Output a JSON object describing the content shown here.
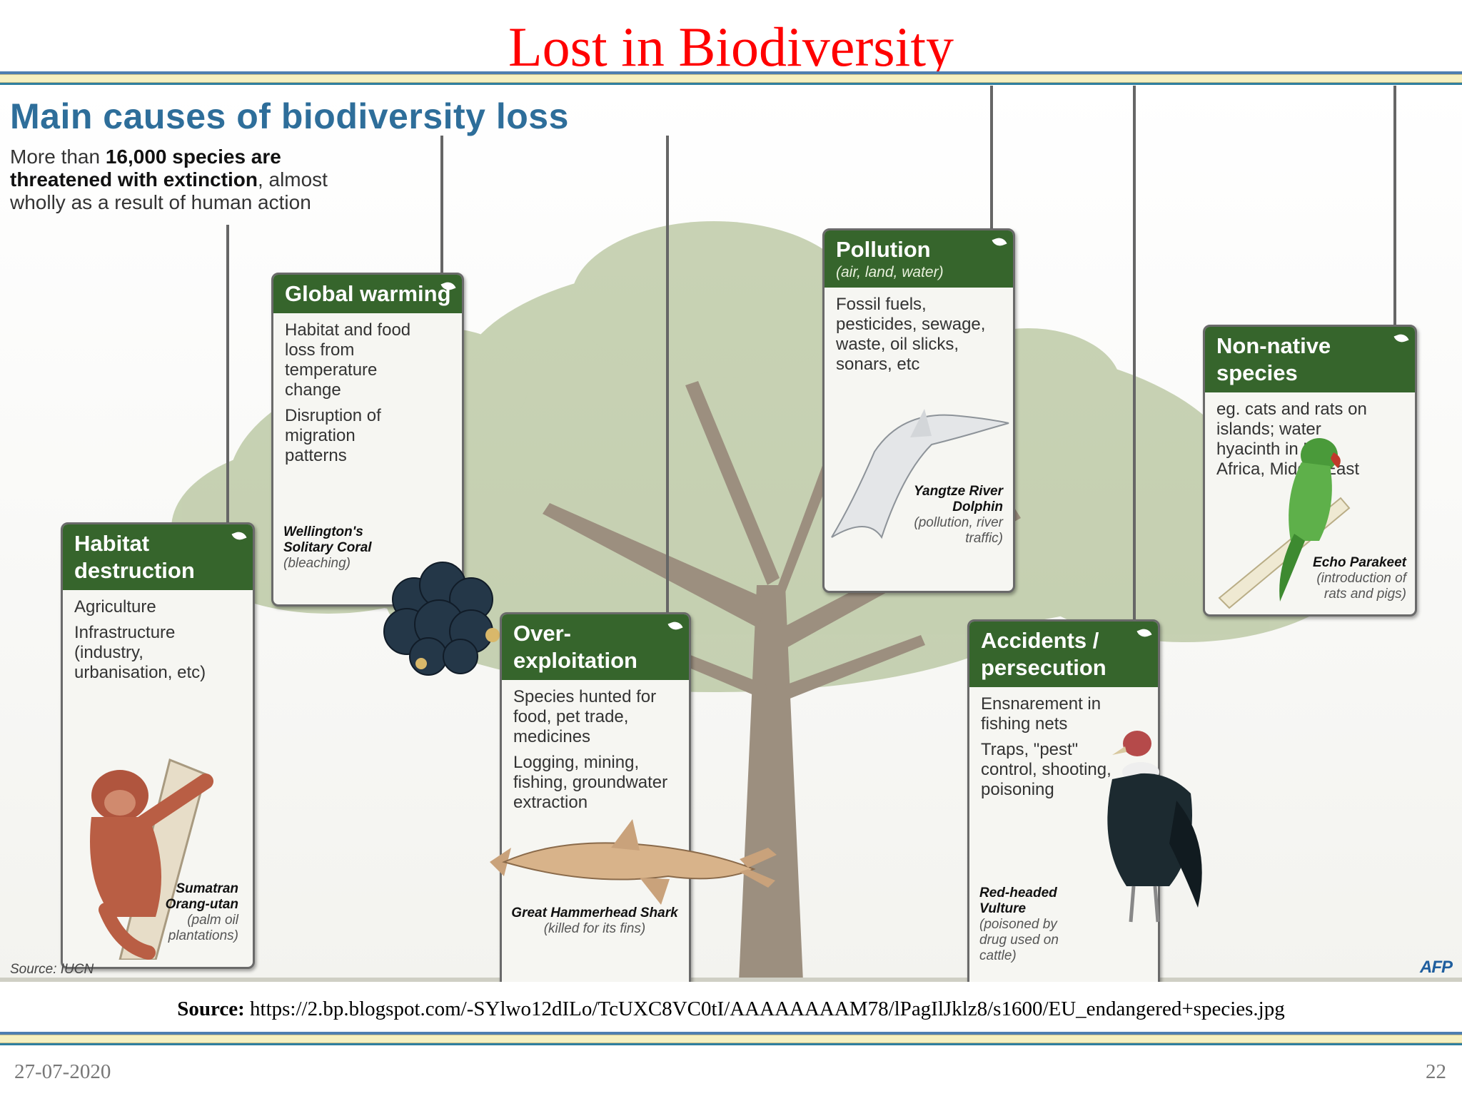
{
  "slide": {
    "title": "Lost in Biodiversity",
    "source_label": "Source:",
    "source_url": "https://2.bp.blogspot.com/-SYlwo12dILo/TcUXC8VC0tI/AAAAAAAAM78/lPagIlJklz8/s1600/EU_endangered+species.jpg",
    "date": "27-07-2020",
    "page_number": "22",
    "title_color": "#ff0000"
  },
  "infographic": {
    "title": "Main causes of biodiversity loss",
    "intro_pre": "More than ",
    "intro_bold": "16,000 species are threatened with extinction",
    "intro_post": ", almost wholly as a result of human action",
    "source_credit": "Source: IUCN",
    "logo": "AFP",
    "header_color": "#36652c",
    "title_color": "#2e6e9a"
  },
  "cards": {
    "habitat": {
      "title": "Habitat destruction",
      "lines": [
        "Agriculture",
        "Infrastructure (industry, urbanisation, etc)"
      ],
      "species": "Sumatran Orang-utan",
      "species_note": "(palm oil plantations)",
      "icon": "orangutan-icon"
    },
    "warming": {
      "title": "Global warming",
      "lines": [
        "Habitat and food loss from temperature change",
        "Disruption of migration patterns"
      ],
      "species": "Wellington's Solitary Coral",
      "species_note": "(bleaching)",
      "icon": "coral-icon"
    },
    "overexploitation": {
      "title": "Over-exploitation",
      "lines": [
        "Species hunted for food, pet trade, medicines",
        "Logging, mining, fishing, groundwater extraction"
      ],
      "species": "Great Hammerhead Shark",
      "species_note": "(killed for its fins)",
      "icon": "shark-icon"
    },
    "pollution": {
      "title": "Pollution",
      "subtitle": "(air, land, water)",
      "lines": [
        "Fossil fuels, pesticides, sewage, waste, oil slicks, sonars, etc"
      ],
      "species": "Yangtze River Dolphin",
      "species_note": "(pollution, river traffic)",
      "icon": "dolphin-icon"
    },
    "accidents": {
      "title": "Accidents / persecution",
      "lines": [
        "Ensnarement in fishing nets",
        "Traps, \"pest\" control, shooting, poisoning"
      ],
      "species": "Red-headed Vulture",
      "species_note": "(poisoned by drug used on cattle)",
      "icon": "vulture-icon"
    },
    "nonnative": {
      "title": "Non-native species",
      "lines": [
        "eg. cats and rats on islands; water hyacinth in US, Africa, Middle East"
      ],
      "species": "Echo Parakeet",
      "species_note": "(introduction of rats and pigs)",
      "icon": "parakeet-icon"
    }
  }
}
